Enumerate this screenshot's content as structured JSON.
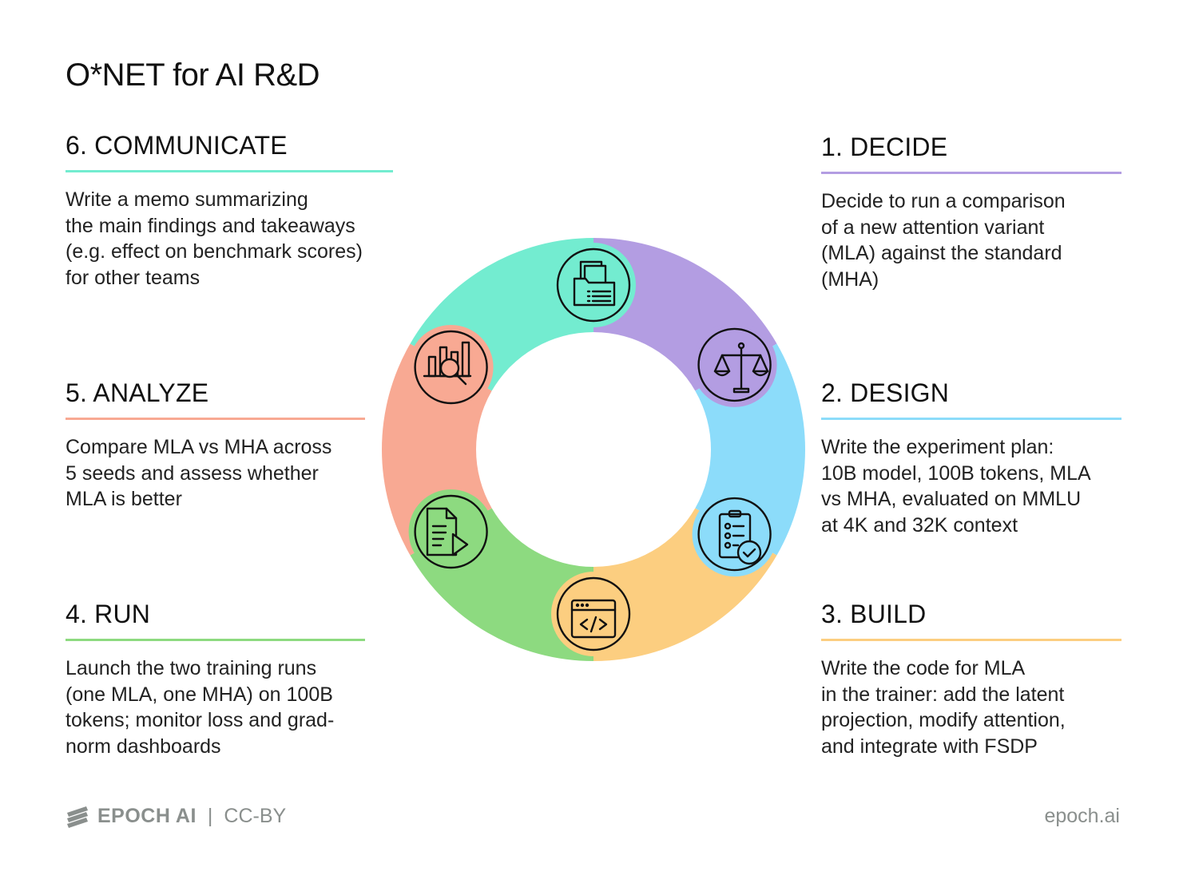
{
  "title": "O*NET for AI R&D",
  "colors": {
    "decide": "#b39de2",
    "design": "#8cdcfa",
    "build": "#fcce80",
    "run": "#8dda80",
    "analyze": "#f8a993",
    "communicate": "#73ecd0"
  },
  "steps": {
    "s1": {
      "heading": "1. DECIDE",
      "lines": [
        "Decide to run a comparison",
        "of a new attention variant",
        "(MLA) against the standard",
        "(MHA)"
      ],
      "icon": "balance-scale-icon"
    },
    "s2": {
      "heading": "2. DESIGN",
      "lines": [
        "Write the experiment plan:",
        "10B model, 100B tokens, MLA",
        "vs MHA, evaluated on MMLU",
        "at 4K and 32K context"
      ],
      "icon": "clipboard-checklist-icon"
    },
    "s3": {
      "heading": "3. BUILD",
      "lines": [
        "Write the code for MLA",
        "in the trainer: add the latent",
        "projection, modify attention,",
        "and integrate with FSDP"
      ],
      "icon": "code-window-icon"
    },
    "s4": {
      "heading": "4. RUN",
      "lines": [
        "Launch the two training runs",
        "(one MLA, one MHA) on 100B",
        "tokens; monitor loss and grad-",
        "norm dashboards"
      ],
      "icon": "document-play-icon"
    },
    "s5": {
      "heading": "5. ANALYZE",
      "lines": [
        "Compare MLA vs MHA across",
        "5 seeds and assess whether",
        "MLA is better"
      ],
      "icon": "chart-magnifier-icon"
    },
    "s6": {
      "heading": "6. COMMUNICATE",
      "lines": [
        "Write a memo summarizing",
        "the main findings and takeaways",
        "(e.g. effect on benchmark scores)",
        "for other teams"
      ],
      "icon": "folder-documents-icon"
    }
  },
  "footer": {
    "brand": "EPOCH AI",
    "separator": "|",
    "license": "CC-BY",
    "website": "epoch.ai"
  }
}
